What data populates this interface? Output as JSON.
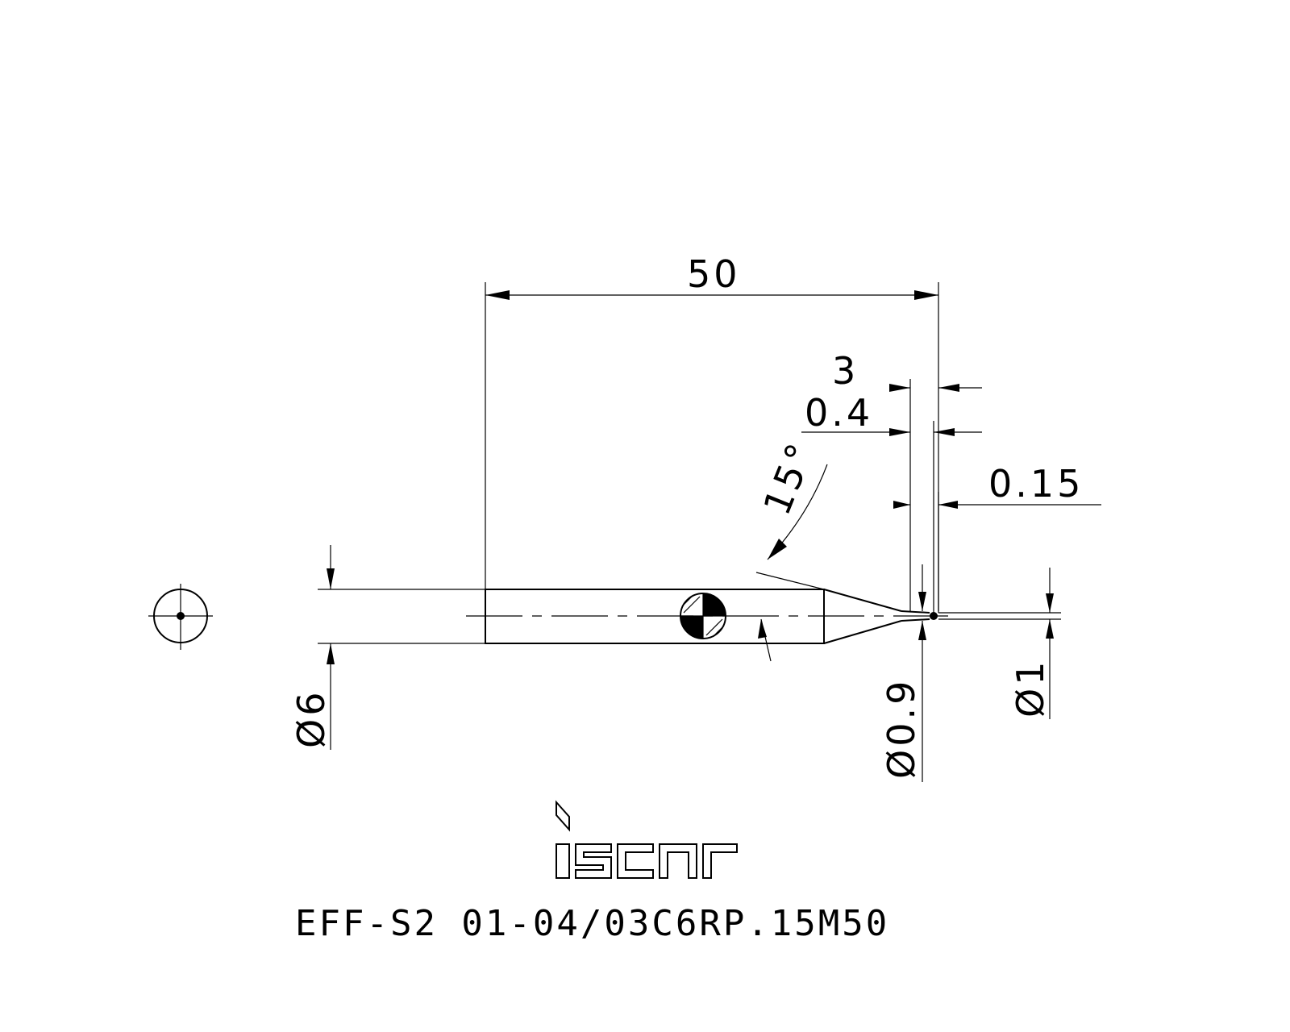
{
  "drawing": {
    "dimensions": {
      "overall_length": "50",
      "neck_length": "3",
      "taper_step": "0.4",
      "tip_step": "0.15",
      "taper_angle": "15°",
      "shank_diameter": "Ø6",
      "neck_diameter": "Ø0.9",
      "ball_diameter": "Ø1"
    },
    "logo_text": "iscar",
    "part_number": "EFF-S2 01-04/03C6RP.15M50"
  },
  "colors": {
    "line": "#000000",
    "background": "#ffffff"
  },
  "icons": {
    "end_view": "circle-center-icon",
    "balance_mark": "quadrant-circle-icon"
  }
}
